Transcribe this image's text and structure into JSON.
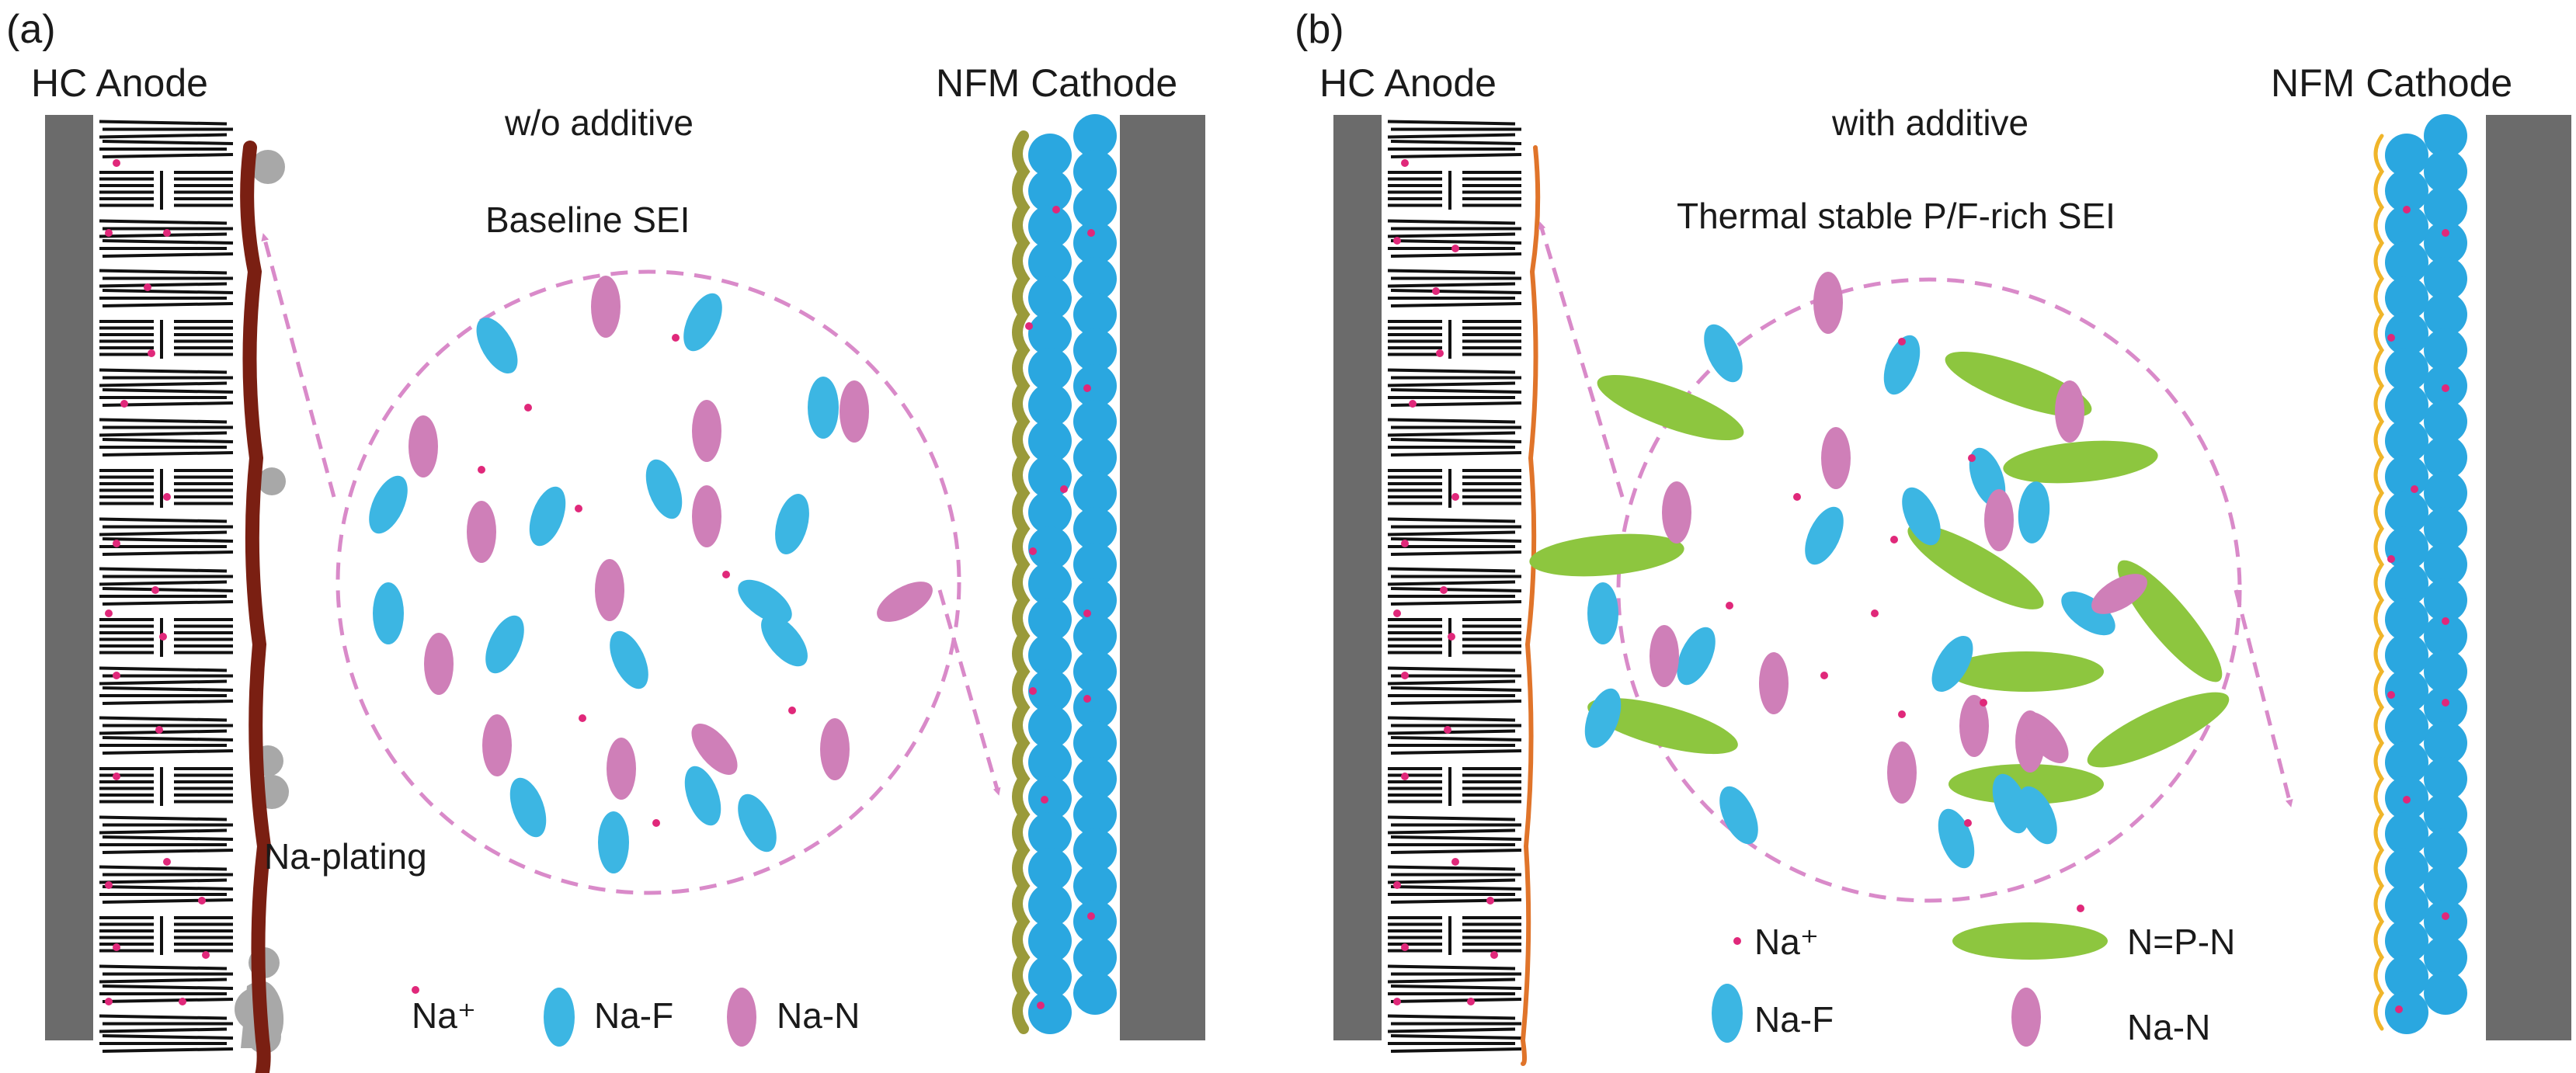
{
  "colors": {
    "electrode_gray": "#6b6b6b",
    "carbon_black": "#111111",
    "sodium_ion": "#e0287a",
    "na_f": "#3cb6e3",
    "na_n": "#cf7fb8",
    "npn": "#8dc63f",
    "baseline_sei": "#7a1f12",
    "pf_sei": "#e0742a",
    "dendrite": "#a8a8a8",
    "cei_baseline": "#9a9a3a",
    "cei_additive": "#f0b52a",
    "arrow_dashed": "#d98ac9",
    "cathode_particle": "#2aa7e0"
  },
  "panel_a": {
    "panel_label": "(a)",
    "anode_label": "HC Anode",
    "cathode_label": "NFM Cathode",
    "condition": "w/o additive",
    "sei_label": "Baseline SEI",
    "plating_label": "Na-plating",
    "legend": {
      "na_ion": "Na⁺",
      "na_f": "Na-F",
      "na_n": "Na-N"
    }
  },
  "panel_b": {
    "panel_label": "(b)",
    "anode_label": "HC Anode",
    "cathode_label": "NFM Cathode",
    "condition": "with additive",
    "sei_label": "Thermal stable P/F-rich SEI",
    "legend": {
      "na_ion": "Na⁺",
      "na_f": "Na-F",
      "npn": "N=P-N",
      "na_n": "Na-N"
    }
  }
}
